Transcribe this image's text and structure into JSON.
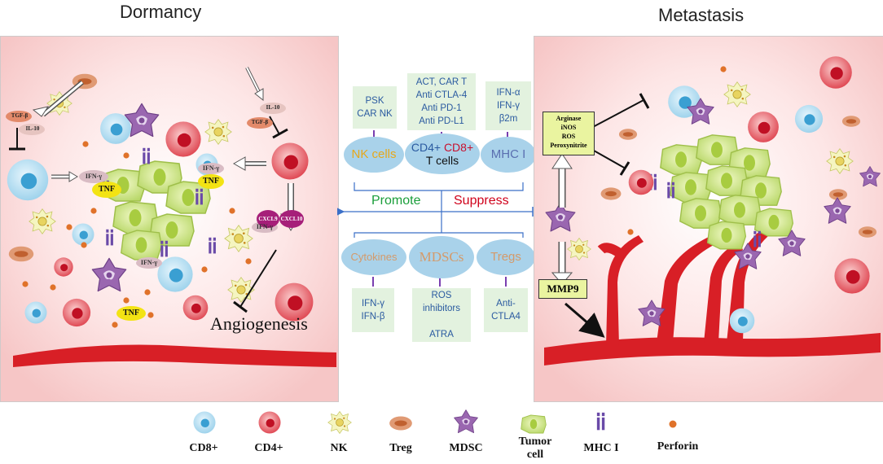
{
  "titles": {
    "left": "Dormancy",
    "right": "Metastasis"
  },
  "left_panel": {
    "labels": {
      "tgf_left": "TGF-β",
      "il10_left": "IL-10",
      "il10_right": "IL-10",
      "tgf_right": "TGF-β",
      "ifn1": "IFN-γ",
      "tnf1": "TNF",
      "ifn2": "IFN-γ",
      "tnf2": "TNF",
      "ifn3": "IFN-γ",
      "ifn4": "IFN-γ",
      "tnf3": "TNF",
      "cxcl9": "CXCL9",
      "cxcl10": "CXCL10",
      "angiogenesis": "Angiogenesis"
    }
  },
  "center": {
    "top_boxes": [
      {
        "text": "PSK\nCAR NK"
      },
      {
        "text": "ACT, CAR T\nAnti CTLA-4\nAnti PD-1\nAnti PD-L1"
      },
      {
        "text": "IFN-α\nIFN-γ\nβ2m"
      }
    ],
    "top_ovals": {
      "nk": "NK cells",
      "t_cd4": "CD4+",
      "t_cd8": "CD8+",
      "t_cells": "T cells",
      "mhc": "MHC I"
    },
    "promote": "Promote",
    "suppress": "Suppress",
    "bottom_ovals": {
      "cytokines": "Cytokines",
      "mdscs": "MDSCs",
      "tregs": "Tregs"
    },
    "bottom_boxes": [
      {
        "text": "IFN-γ\nIFN-β"
      },
      {
        "text": "ROS\ninhibitors\n\nATRA"
      },
      {
        "text": "Anti-\nCTLA4"
      }
    ],
    "colors": {
      "nk": "#e6a81c",
      "cd4": "#2a5aa0",
      "cd8": "#c8102e",
      "promote": "#1a9e3a",
      "suppress": "#d0021b",
      "mhc": "#5a6fb0",
      "bottom_text": "#d49a6a"
    }
  },
  "right_panel": {
    "enzyme_box": {
      "line1": "Arginase",
      "line2": "iNOS",
      "line3": "ROS",
      "line4": "Peroxynitrite"
    },
    "mmp9": "MMP9"
  },
  "legend": [
    {
      "label": "CD8+",
      "icon": "cd8-cell-icon"
    },
    {
      "label": "CD4+",
      "icon": "cd4-cell-icon"
    },
    {
      "label": "NK",
      "icon": "nk-cell-icon"
    },
    {
      "label": "Treg",
      "icon": "treg-cell-icon"
    },
    {
      "label": "MDSC",
      "icon": "mdsc-cell-icon"
    },
    {
      "label": "Tumor\ncell",
      "icon": "tumor-cell-icon"
    },
    {
      "label": "MHC I",
      "icon": "mhc-i-icon"
    },
    {
      "label": "Perforin",
      "icon": "perforin-icon"
    }
  ]
}
